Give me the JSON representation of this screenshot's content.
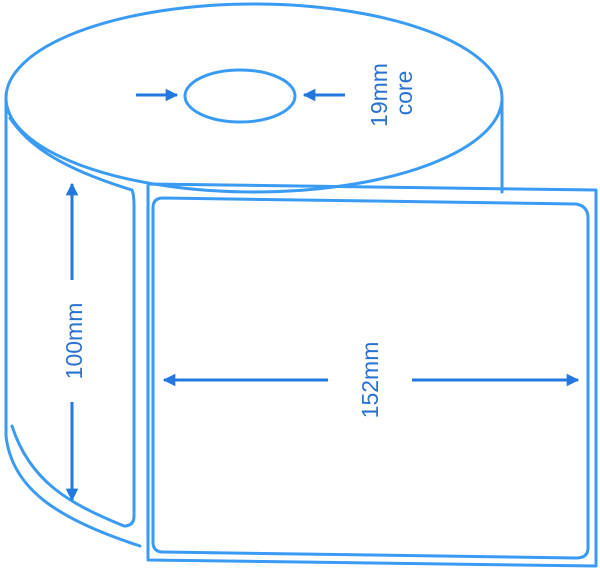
{
  "colors": {
    "line": "#3a9bf4",
    "arrow": "#2277e0",
    "label": "#2a72cf",
    "background": "#ffffff"
  },
  "labels": {
    "core_value": "19mm",
    "core_word": "core",
    "height": "100mm",
    "width": "152mm"
  },
  "icons": {
    "arrow": "arrow-icon",
    "roll": "label-roll-icon"
  }
}
